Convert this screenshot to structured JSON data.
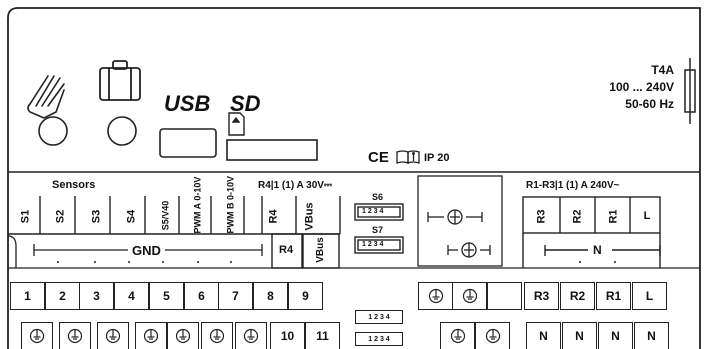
{
  "rating": {
    "fuse": "T4A",
    "voltage": "100 ... 240V",
    "frequency": "50-60 Hz"
  },
  "icons": [
    "hand-icon",
    "suitcase-icon",
    "sd-card-icon",
    "ce-mark-icon",
    "manual-icon",
    "earth-icon",
    "switch-icon"
  ],
  "labels": {
    "usb": "USB",
    "sd": "SD",
    "ce": "CE",
    "ip": "IP 20",
    "sensors": "Sensors",
    "relay_r4": "R4|1 (1) A 30V⎓",
    "relay_r1_r3": "R1-R3|1 (1) A 240V~",
    "gnd": "GND",
    "n": "N",
    "r4": "R4",
    "vbus": "VBus",
    "s6": "S6",
    "s7": "S7"
  },
  "top_terminal_labels": [
    "S1",
    "S2",
    "S3",
    "S4",
    "S5/V40",
    "PWM A 0-10V",
    "PWM B 0-10V",
    "R4",
    "VBus",
    "R3",
    "R2",
    "R1",
    "L"
  ],
  "row1_terminals": [
    "1",
    "2",
    "3",
    "4",
    "5",
    "6",
    "7",
    "8",
    "9",
    "",
    "",
    "",
    "R3",
    "R2",
    "R1",
    "L"
  ],
  "row2_terminals": [
    "",
    "",
    "",
    "",
    "",
    "",
    "",
    "10",
    "11",
    "",
    "",
    "N",
    "N",
    "N",
    "N"
  ],
  "plug_pins": "1 2 3 4"
}
